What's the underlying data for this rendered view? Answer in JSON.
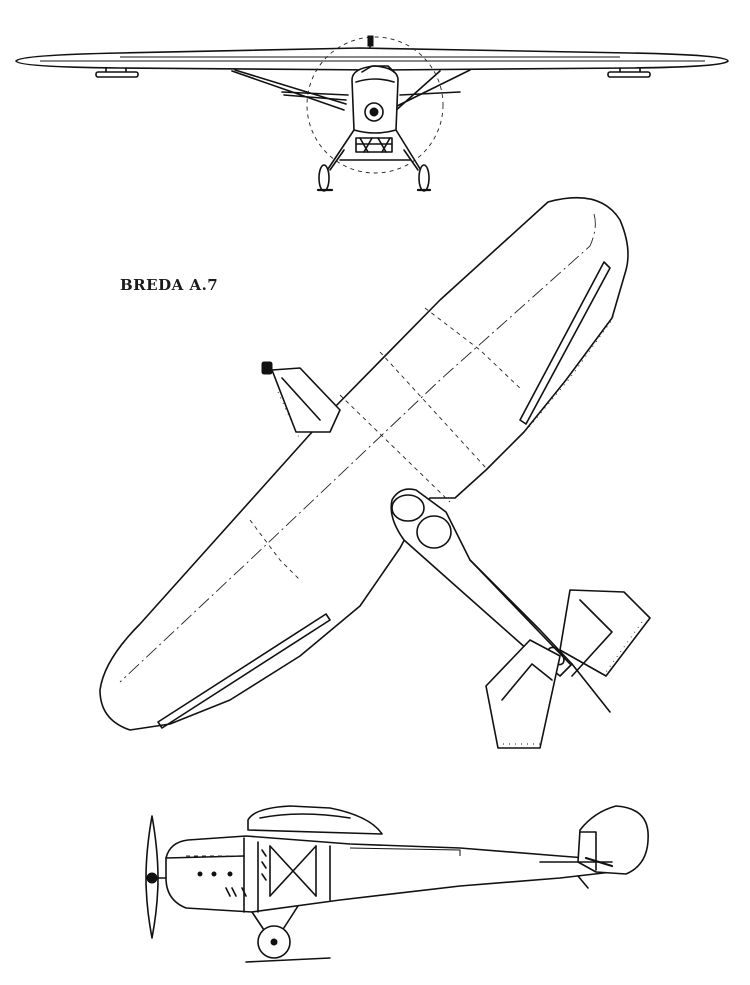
{
  "drawing": {
    "title": "BREDA A.7",
    "views": [
      "front-view",
      "plan-view",
      "side-view"
    ],
    "line_color": "#111111",
    "paper_color": "#ffffff"
  }
}
